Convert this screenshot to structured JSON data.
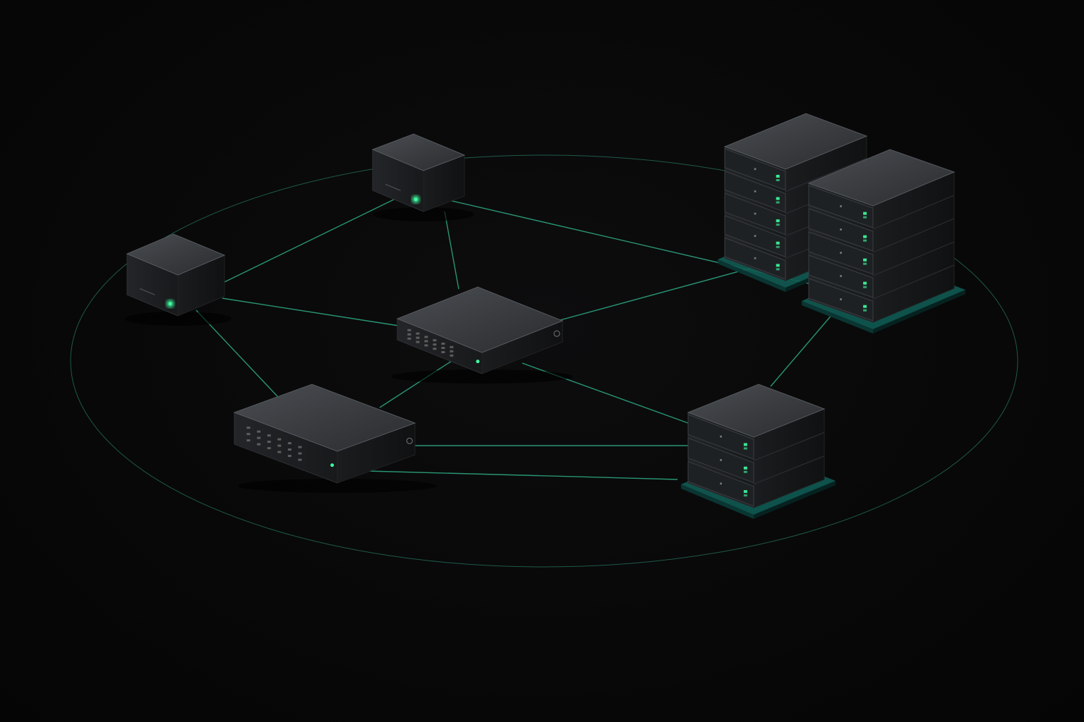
{
  "colors": {
    "background": "#080808",
    "link": "#2fae85",
    "ring": "#1f5a48",
    "led": "#3dffa0",
    "device_top": "#3a3d40",
    "device_left": "#1b1d1f",
    "device_right": "#141618",
    "base_plate": "#0f5b53"
  },
  "nodes": [
    {
      "id": "A",
      "kind": "mini-server",
      "icon": "small-box-server-icon"
    },
    {
      "id": "B",
      "kind": "mini-server",
      "icon": "small-box-server-icon"
    },
    {
      "id": "C",
      "kind": "network-switch",
      "icon": "switch-icon"
    },
    {
      "id": "D",
      "kind": "network-switch",
      "icon": "switch-icon"
    },
    {
      "id": "E",
      "kind": "rack-server",
      "icon": "server-rack-icon"
    },
    {
      "id": "F",
      "kind": "rack-server",
      "icon": "server-rack-icon"
    },
    {
      "id": "G",
      "kind": "rack-server",
      "icon": "server-rack-icon"
    }
  ],
  "links": [
    [
      "A",
      "B"
    ],
    [
      "A",
      "C"
    ],
    [
      "A",
      "F"
    ],
    [
      "B",
      "C"
    ],
    [
      "B",
      "D"
    ],
    [
      "C",
      "E"
    ],
    [
      "C",
      "D"
    ],
    [
      "C",
      "G"
    ],
    [
      "D",
      "G"
    ],
    [
      "D",
      "G"
    ],
    [
      "F",
      "G"
    ]
  ]
}
